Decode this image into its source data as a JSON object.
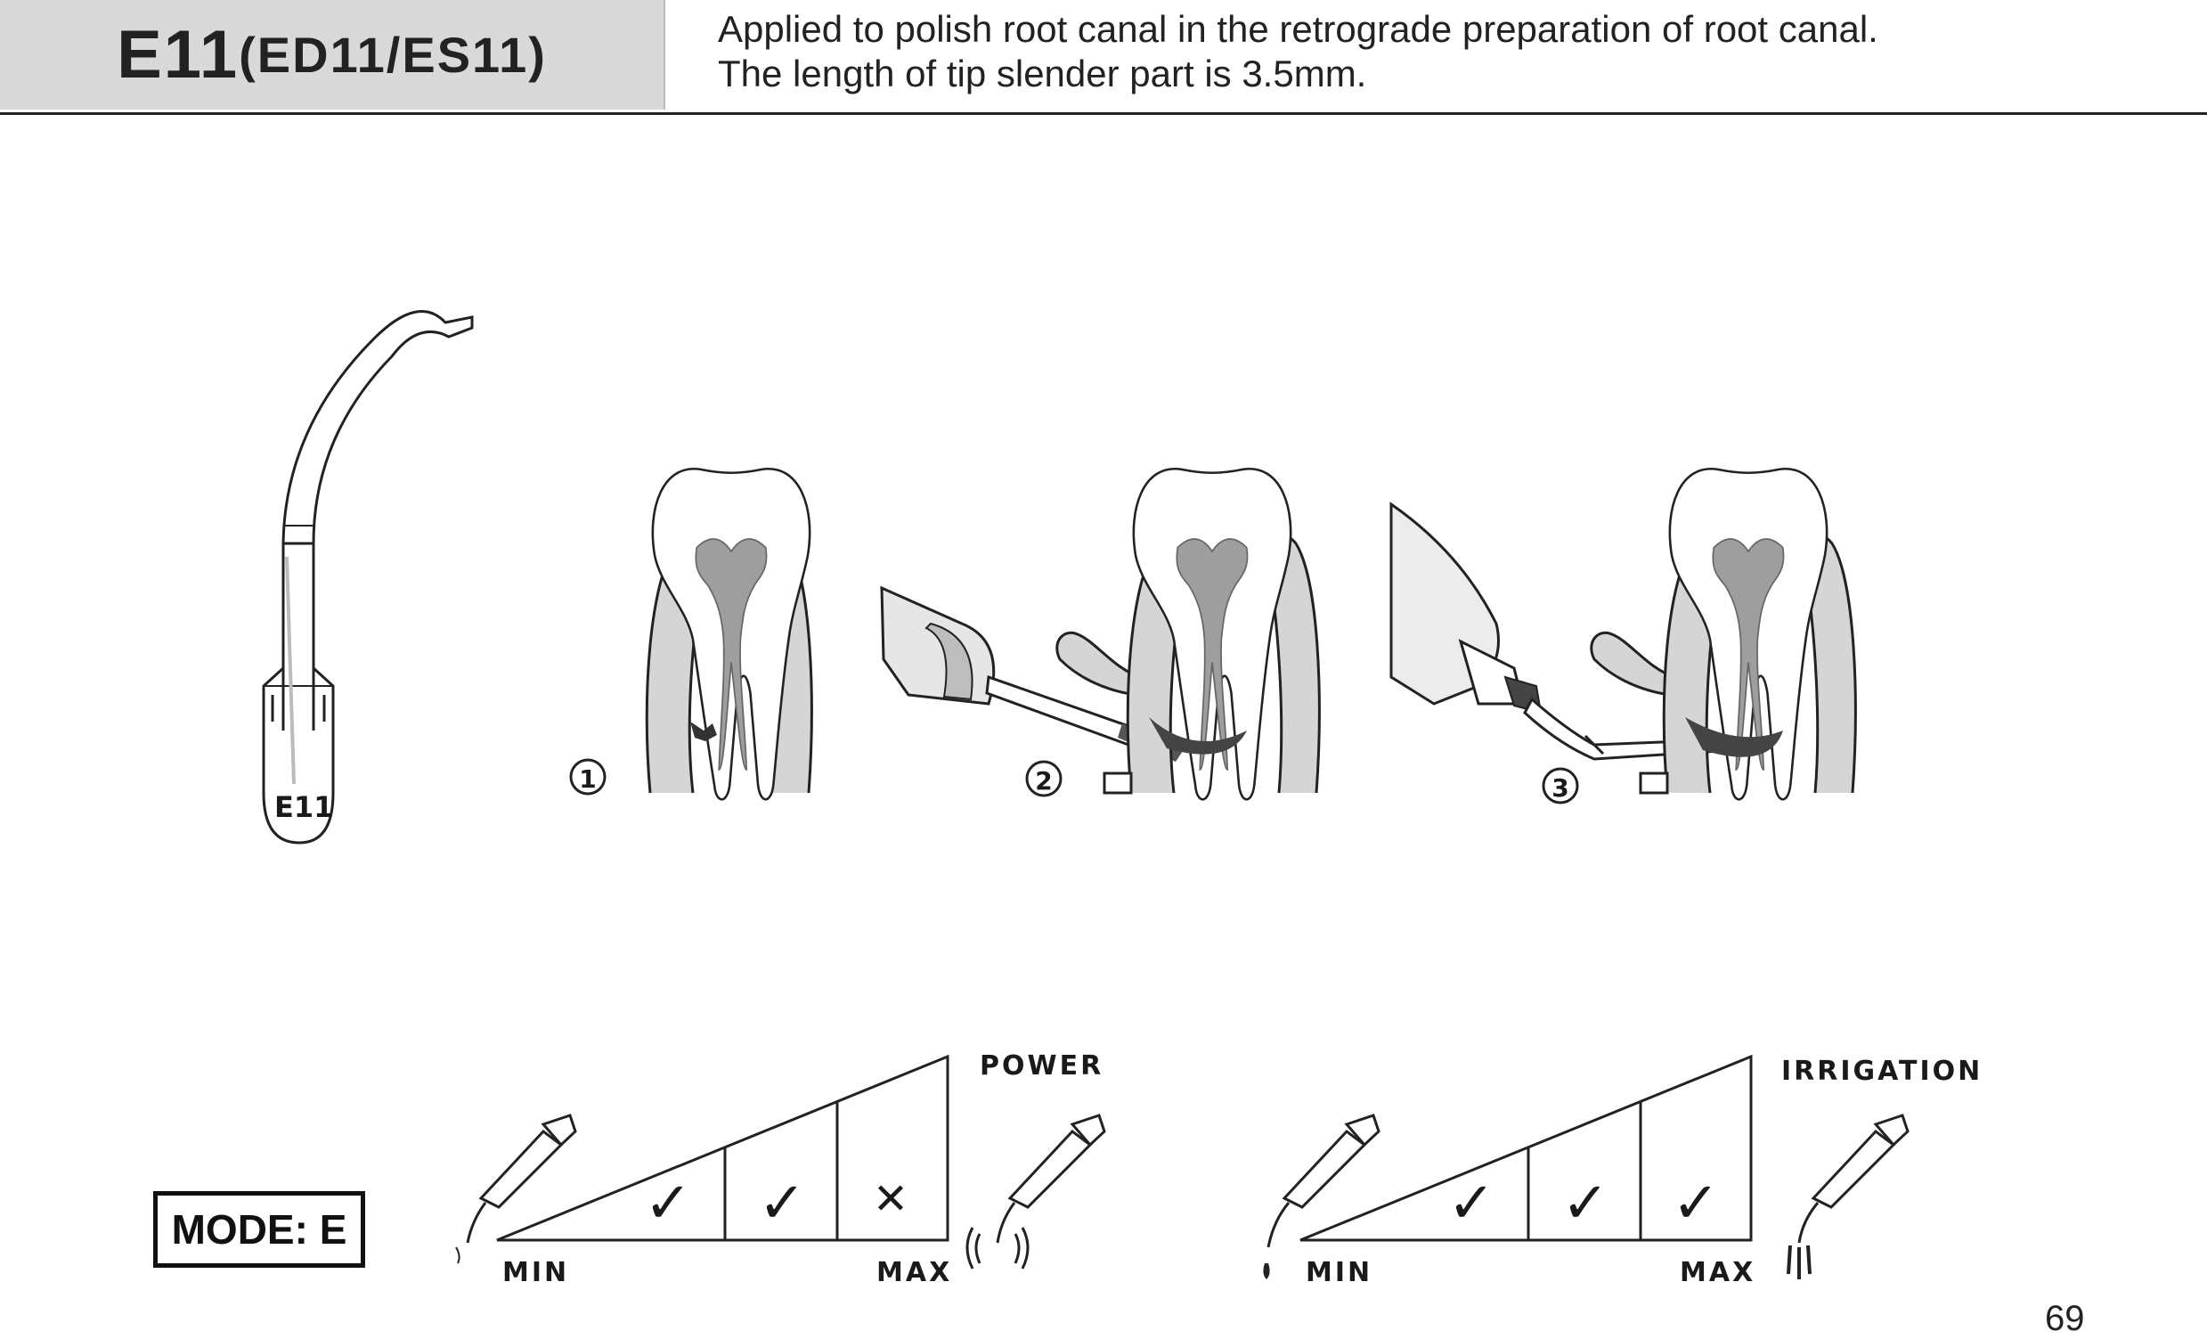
{
  "header": {
    "model": "E11",
    "variants": "(ED11/ES11)",
    "description_line1": "Applied to polish root canal in the retrograde preparation of root canal.",
    "description_line2": "The length of tip slender part is 3.5mm."
  },
  "tip": {
    "label": "E11"
  },
  "steps": [
    {
      "number": "1"
    },
    {
      "number": "2"
    },
    {
      "number": "3"
    }
  ],
  "mode": {
    "label": "MODE: E"
  },
  "power": {
    "title": "POWER",
    "min_label": "MIN",
    "max_label": "MAX",
    "marks": [
      "✓",
      "✓",
      "✕"
    ]
  },
  "irrigation": {
    "title": "IRRIGATION",
    "min_label": "MIN",
    "max_label": "MAX",
    "marks": [
      "✓",
      "✓",
      "✓"
    ]
  },
  "page": {
    "number": "69"
  }
}
